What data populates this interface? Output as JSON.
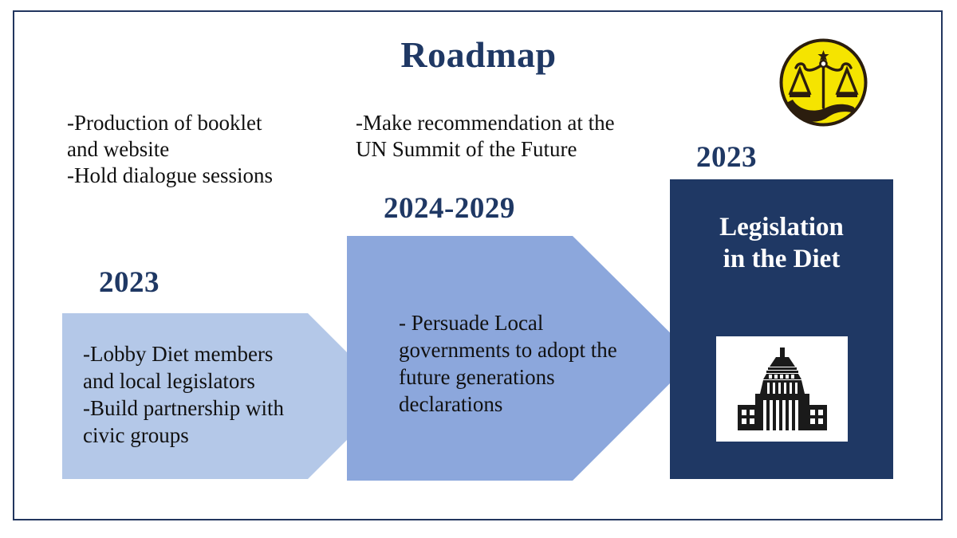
{
  "slide": {
    "title": "Roadmap",
    "border_color": "#22365f",
    "background": "#ffffff"
  },
  "palette": {
    "navy": "#1f3864",
    "light_blue": "#b4c8e8",
    "medium_blue": "#8ca7dc",
    "logo_yellow": "#f5e400",
    "logo_dark": "#2b1d0e",
    "text_black": "#111111",
    "white": "#ffffff"
  },
  "notes": {
    "left": "-Production of booklet\nand website\n-Hold dialogue sessions",
    "middle": "-Make recommendation at the\nUN Summit of the Future"
  },
  "phases": [
    {
      "year": "2023",
      "shape": "arrow",
      "fill": "#b4c8e8",
      "body": "-Lobby Diet members\nand local legislators\n-Build partnership with\ncivic groups"
    },
    {
      "year": "2024-2029",
      "shape": "arrow",
      "fill": "#8ca7dc",
      "body": "- Persuade Local\ngovernments to adopt the\nfuture generations\ndeclarations"
    },
    {
      "year": "2023",
      "shape": "rectangle",
      "fill": "#1f3864",
      "title": "Legislation\nin the Diet",
      "icon": "diet-building-icon"
    }
  ],
  "logo": {
    "name": "scales-of-justice-in-hand-logo",
    "circle_color": "#f5e400",
    "mark_color": "#2b1d0e"
  }
}
